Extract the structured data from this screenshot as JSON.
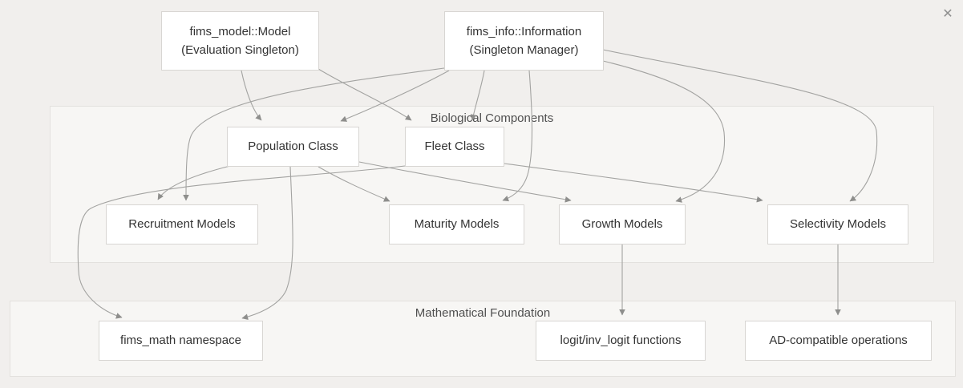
{
  "dialog": {
    "close_icon": "✕"
  },
  "diagram": {
    "sections": {
      "biological": {
        "label": "Biological Components"
      },
      "mathematical": {
        "label": "Mathematical Foundation"
      }
    },
    "nodes": {
      "model": {
        "line1": "fims_model::Model",
        "line2": "(Evaluation Singleton)"
      },
      "info": {
        "line1": "fims_info::Information",
        "line2": "(Singleton Manager)"
      },
      "population": {
        "label": "Population Class"
      },
      "fleet": {
        "label": "Fleet Class"
      },
      "recruitment": {
        "label": "Recruitment Models"
      },
      "maturity": {
        "label": "Maturity Models"
      },
      "growth": {
        "label": "Growth Models"
      },
      "selectivity": {
        "label": "Selectivity Models"
      },
      "fims_math": {
        "label": "fims_math namespace"
      },
      "logit": {
        "label": "logit/inv_logit functions"
      },
      "ad_ops": {
        "label": "AD-compatible operations"
      }
    },
    "edges": [
      {
        "from": "fims_model::Model",
        "to": "Population Class"
      },
      {
        "from": "fims_model::Model",
        "to": "Fleet Class"
      },
      {
        "from": "fims_info::Information",
        "to": "Population Class"
      },
      {
        "from": "fims_info::Information",
        "to": "Fleet Class"
      },
      {
        "from": "fims_info::Information",
        "to": "Recruitment Models"
      },
      {
        "from": "fims_info::Information",
        "to": "Maturity Models"
      },
      {
        "from": "fims_info::Information",
        "to": "Growth Models"
      },
      {
        "from": "fims_info::Information",
        "to": "Selectivity Models"
      },
      {
        "from": "Population Class",
        "to": "Recruitment Models"
      },
      {
        "from": "Population Class",
        "to": "Maturity Models"
      },
      {
        "from": "Population Class",
        "to": "Growth Models"
      },
      {
        "from": "Population Class",
        "to": "fims_math namespace"
      },
      {
        "from": "Fleet Class",
        "to": "Selectivity Models"
      },
      {
        "from": "Fleet Class",
        "to": "fims_math namespace"
      },
      {
        "from": "Growth Models",
        "to": "logit/inv_logit functions"
      },
      {
        "from": "Selectivity Models",
        "to": "AD-compatible operations"
      }
    ],
    "colors": {
      "page_background": "#f1efed",
      "section_background": "#f7f6f4",
      "section_border": "#e3e1de",
      "node_background": "#ffffff",
      "node_border": "#d8d6d3",
      "node_text": "#333333",
      "section_label_text": "#4f4f4f",
      "edge_stroke": "#a3a3a1",
      "arrowhead": "#8e8e8c"
    }
  }
}
